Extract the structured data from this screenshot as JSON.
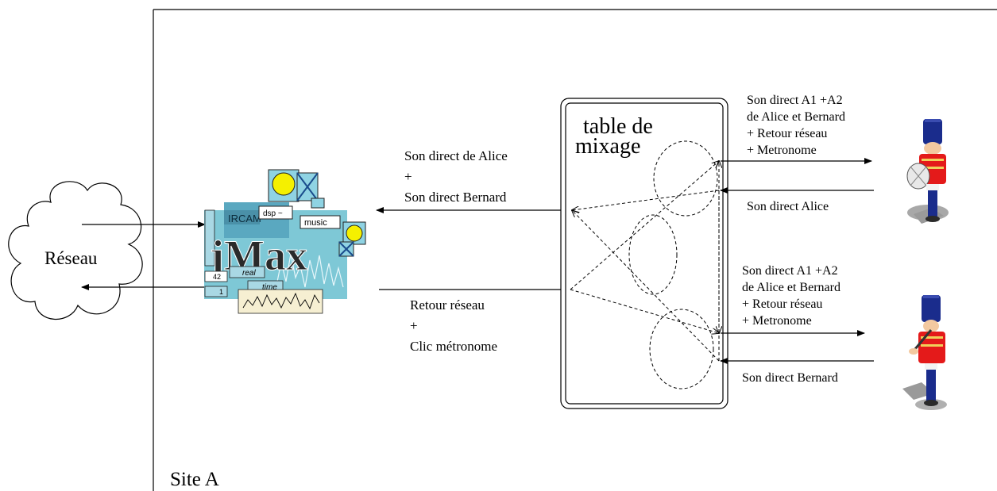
{
  "site_label": "Site A",
  "network": {
    "label": "Réseau"
  },
  "jmax": {
    "logo_text": "jMax",
    "ircam_label": "IRCAM",
    "dsp_label": "dsp ~",
    "music_label": "music",
    "real_label": "real",
    "time_label": "time",
    "num_42": "42",
    "num_1": "1"
  },
  "mixer": {
    "title_line1": "table de",
    "title_line2": "mixage"
  },
  "left_labels": {
    "to_jmax": [
      "Son direct de Alice",
      "+",
      "Son direct Bernard"
    ],
    "from_jmax": [
      "Retour réseau",
      "+",
      "Clic métronome"
    ]
  },
  "musician_alice": {
    "feed_lines": [
      "Son direct A1 +A2",
      "de Alice et Bernard",
      "+ Retour réseau",
      "+ Metronome"
    ],
    "return_label": "Son direct Alice",
    "figure": "drummer-toy-soldier"
  },
  "musician_bernard": {
    "feed_lines": [
      "Son direct A1 +A2",
      "de Alice et Bernard",
      "+ Retour réseau",
      "+ Metronome"
    ],
    "return_label": "Son direct Bernard",
    "figure": "flutist-toy-soldier"
  },
  "colors": {
    "jmax_panel": "#7ec8d6",
    "soldier_hat": "#1a2c8c",
    "soldier_coat": "#e41a1a",
    "soldier_skin": "#f3c9a0",
    "yellow": "#f5f000",
    "parchment": "#f6efd2"
  }
}
